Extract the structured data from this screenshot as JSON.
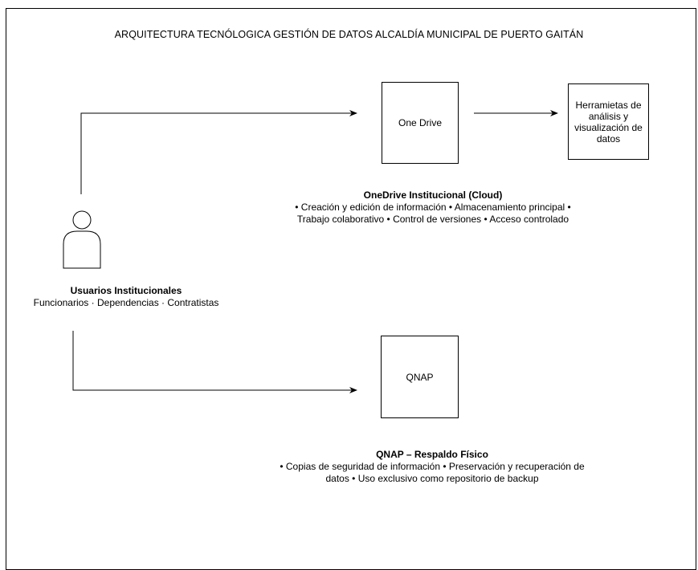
{
  "title": "ARQUITECTURA TECNÓLOGICA GESTIÓN DE DATOS ALCALDÍA MUNICIPAL DE PUERTO GAITÁN",
  "nodes": {
    "onedrive": {
      "label": "One Drive"
    },
    "tools": {
      "label": "Herramietas de análisis y visualización de datos"
    },
    "qnap": {
      "label": "QNAP"
    },
    "users": {
      "icon": "user-icon"
    }
  },
  "captions": {
    "onedrive": {
      "heading": "OneDrive Institucional (Cloud)",
      "body": "• Creación y edición de información   • Almacenamiento principal   • Trabajo colaborativo  • Control de versiones   • Acceso controlado"
    },
    "users": {
      "heading": "Usuarios Institucionales",
      "body": "Funcionarios · Dependencias · Contratistas"
    },
    "qnap": {
      "heading": "QNAP – Respaldo Físico",
      "body": "• Copias de seguridad de información • Preservación y recuperación de datos • Uso exclusivo como repositorio de backup"
    }
  },
  "colors": {
    "stroke": "#000000",
    "background": "#ffffff"
  }
}
